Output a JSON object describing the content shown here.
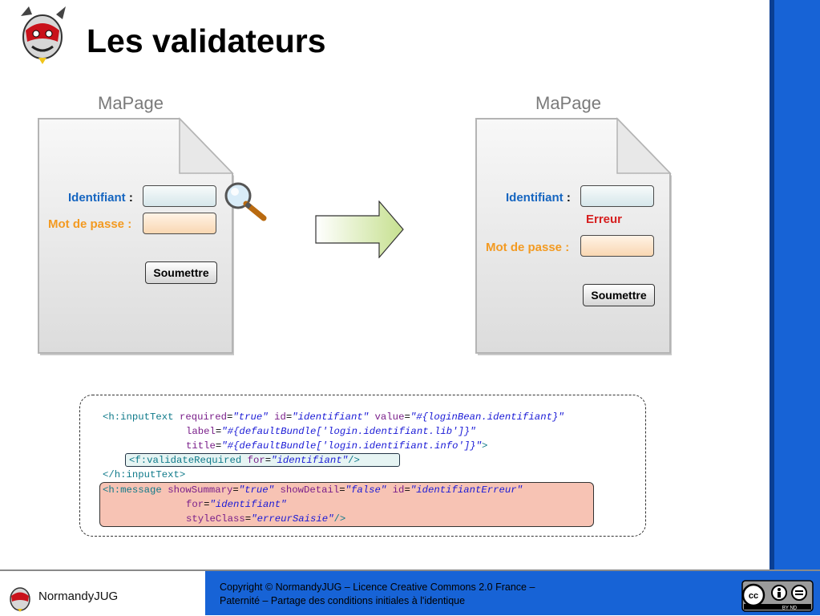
{
  "slide": {
    "title": "Les validateurs"
  },
  "before": {
    "page_label": "MaPage",
    "identifiant_label": "Identifiant",
    "password_label": "Mot de passe",
    "colon": ":",
    "submit_label": "Soumettre"
  },
  "after": {
    "page_label": "MaPage",
    "identifiant_label": "Identifiant",
    "password_label": "Mot de passe",
    "colon": ":",
    "error_text": "Erreur",
    "submit_label": "Soumettre"
  },
  "code": {
    "l1": {
      "t1": "<h:inputText",
      "a1": "required",
      "v1": "\"true\"",
      "a2": "id",
      "v2": "\"identifiant\"",
      "a3": "value",
      "v3": "\"#{loginBean.identifiant}\""
    },
    "l2": {
      "a1": "label",
      "v1": "\"#{defaultBundle['login.identifiant.lib']}\""
    },
    "l3": {
      "a1": "title",
      "v1": "\"#{defaultBundle['login.identifiant.info']}\"",
      "end": ">"
    },
    "l4": {
      "t1": "<f:validateRequired",
      "a1": "for",
      "v1": "\"identifiant\"",
      "end": "/>"
    },
    "l5": {
      "t1": "</h:inputText>"
    },
    "l6": {
      "t1": "<h:message",
      "a1": "showSummary",
      "v1": "\"true\"",
      "a2": "showDetail",
      "v2": "\"false\"",
      "a3": "id",
      "v3": "\"identifiantErreur\""
    },
    "l7": {
      "a1": "for",
      "v1": "\"identifiant\""
    },
    "l8": {
      "a1": "styleClass",
      "v1": "\"erreurSaisie\"",
      "end": "/>"
    }
  },
  "footer": {
    "brand": "NormandyJUG",
    "copyright_line1": "Copyright © NormandyJUG – Licence Creative Commons 2.0 France –",
    "copyright_line2": "Paternité – Partage des conditions initiales à l'identique",
    "cc_badge_text": "BY ND"
  },
  "colors": {
    "accent_blue": "#1763d6",
    "identifiant_blue": "#1565c0",
    "password_orange": "#f39a21",
    "error_red": "#d61f1f"
  },
  "icons": [
    "normandyjug-logo-icon",
    "magnifier-icon",
    "arrow-right-icon",
    "creative-commons-icon"
  ]
}
